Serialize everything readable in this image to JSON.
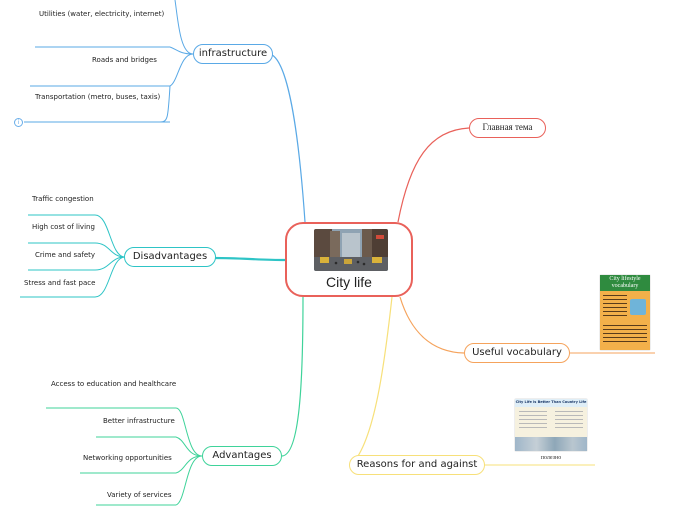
{
  "central": {
    "title": "City life",
    "image": "city-street-photo"
  },
  "branches": {
    "infrastructure": {
      "label": "infrastructure",
      "color": "#5aa9e6",
      "items": [
        "Utilities (water, electricity, internet)",
        "Roads and bridges",
        "Transportation (metro, buses, taxis)"
      ]
    },
    "disadvantages": {
      "label": "Disadvantages",
      "color": "#2ec4c6",
      "items": [
        "Traffic congestion",
        "High cost of living",
        "Crime and safety",
        "Stress and fast pace"
      ]
    },
    "advantages": {
      "label": "Advantages",
      "color": "#3fd39a",
      "items": [
        "Access to education and healthcare",
        "Better infrastructure",
        "Networking opportunities",
        "Variety of services"
      ]
    },
    "main_topic": {
      "label": "Главная тема",
      "color": "#e9615a"
    },
    "useful_vocabulary": {
      "label": "Useful vocabulary",
      "color": "#f5a35c",
      "thumbnail": {
        "title": "City lifestyle vocabulary"
      }
    },
    "reasons": {
      "label": "Reasons for and against",
      "color": "#f7e07a",
      "thumbnail": {
        "title": "City Life is Better Than Country Life",
        "caption": "полезно"
      }
    }
  }
}
